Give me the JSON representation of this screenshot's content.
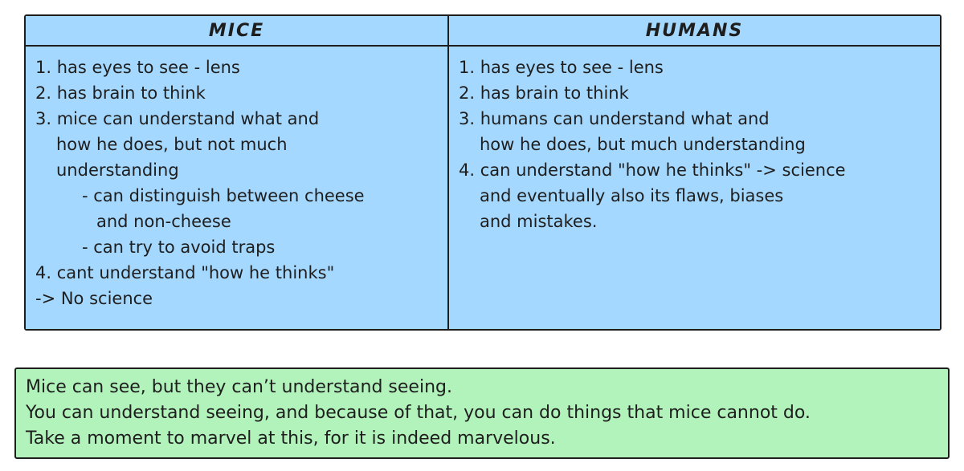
{
  "colors": {
    "table_fill": "#a5d8ff",
    "summary_fill": "#b2f2bb",
    "border": "#1e1e1e",
    "text": "#1e1e1e"
  },
  "table": {
    "columns": [
      {
        "header": "MICE",
        "lines": [
          "1. has eyes to see - lens",
          "2. has brain to think",
          "3. mice can understand what and",
          "how he does, but not much",
          "understanding",
          "- can distinguish between cheese",
          "and non-cheese",
          "- can try to avoid traps",
          "4. cant understand \"how he thinks\"",
          "-> No science"
        ]
      },
      {
        "header": "HUMANS",
        "lines": [
          "1. has eyes to see - lens",
          "2. has brain to think",
          "3. humans can understand what and",
          "how he does, but much understanding",
          "4. can understand \"how he thinks\" -> science",
          "and eventually also its flaws, biases",
          "and mistakes."
        ]
      }
    ]
  },
  "summary": {
    "lines": [
      "Mice can see, but they can’t understand seeing.",
      "You can understand seeing, and because of that, you can do things that mice cannot do.",
      "Take a moment to marvel at this, for it is indeed marvelous."
    ]
  }
}
